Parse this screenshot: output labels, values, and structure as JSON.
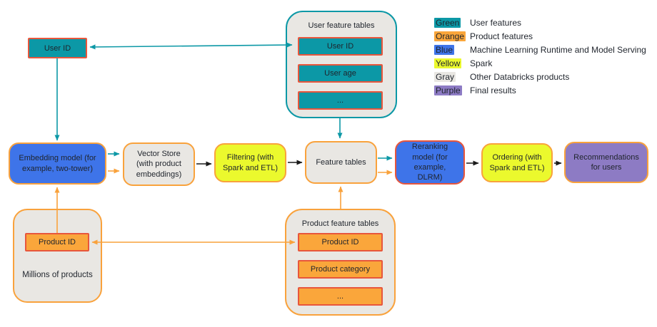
{
  "colors": {
    "teal": "#0c98a6",
    "orange": "#faa63b",
    "blue": "#3e74e9",
    "yellow": "#ebf92d",
    "gray": "#e9e7e3",
    "purple": "#8d7bc4",
    "orange_border": "#f9a23c",
    "red_border": "#e8563c",
    "black_arrow": "#1a1a1a"
  },
  "nodes": {
    "user_id_top": "User ID",
    "embedding": "Embedding model (for example, two-tower)",
    "vector_store": "Vector Store (with product embeddings)",
    "filtering": "Filtering (with Spark and ETL)",
    "feature_tables": "Feature tables",
    "reranking": "Reranking model (for example, DLRM)",
    "ordering": "Ordering (with Spark and ETL)",
    "recommendations": "Recommendations for users"
  },
  "user_feature_tables": {
    "title": "User feature tables",
    "rows": [
      "User ID",
      "User age",
      "..."
    ]
  },
  "product_feature_tables": {
    "title": "Product feature tables",
    "rows": [
      "Product ID",
      "Product category",
      "..."
    ]
  },
  "millions_of_products": {
    "caption": "Millions of products",
    "rows": [
      "Product ID"
    ]
  },
  "legend": {
    "items": [
      {
        "swatch": "Green",
        "label": "User features",
        "color": "#0c98a6"
      },
      {
        "swatch": "Orange",
        "label": "Product features",
        "color": "#faa63b"
      },
      {
        "swatch": "Blue",
        "label": "Machine Learning Runtime and Model Serving",
        "color": "#3e74e9"
      },
      {
        "swatch": "Yellow",
        "label": "Spark",
        "color": "#ebf92d"
      },
      {
        "swatch": "Gray",
        "label": "Other Databricks products",
        "color": "#e9e7e3"
      },
      {
        "swatch": "Purple",
        "label": "Final results",
        "color": "#8d7bc4"
      }
    ]
  }
}
